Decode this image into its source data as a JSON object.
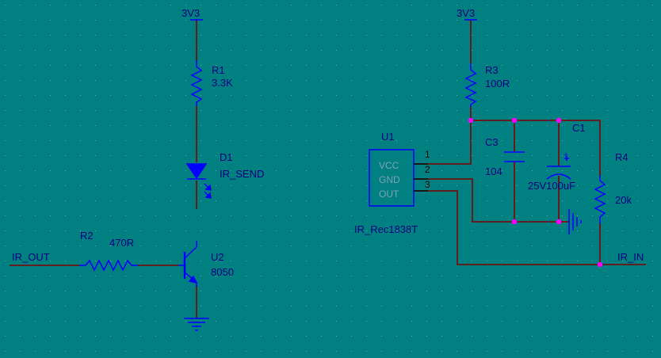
{
  "colors": {
    "background": "#008080",
    "wire": "#800000",
    "component": "#0000ff",
    "junction": "#ff00ff",
    "text": "#000080",
    "pin_text": "#000000",
    "grid": "#5fb0b0"
  },
  "power": {
    "left": "3V3",
    "right": "3V3"
  },
  "nets": {
    "ir_out": "IR_OUT",
    "ir_in": "IR_IN"
  },
  "r1": {
    "ref": "R1",
    "value": "3.3K"
  },
  "r2": {
    "ref": "R2",
    "value": "470R"
  },
  "r3": {
    "ref": "R3",
    "value": "100R"
  },
  "r4": {
    "ref": "R4",
    "value": "20k"
  },
  "d1": {
    "ref": "D1",
    "value": "IR_SEND"
  },
  "u2": {
    "ref": "U2",
    "value": "8050"
  },
  "u1": {
    "ref": "U1",
    "value": "IR_Rec1838T",
    "pin_names": [
      "VCC",
      "GND",
      "OUT"
    ],
    "pin_numbers": [
      "1",
      "2",
      "3"
    ]
  },
  "c3": {
    "ref": "C3",
    "value": "104"
  },
  "c1": {
    "ref": "C1",
    "value": "25V100uF",
    "polarity": "+"
  }
}
